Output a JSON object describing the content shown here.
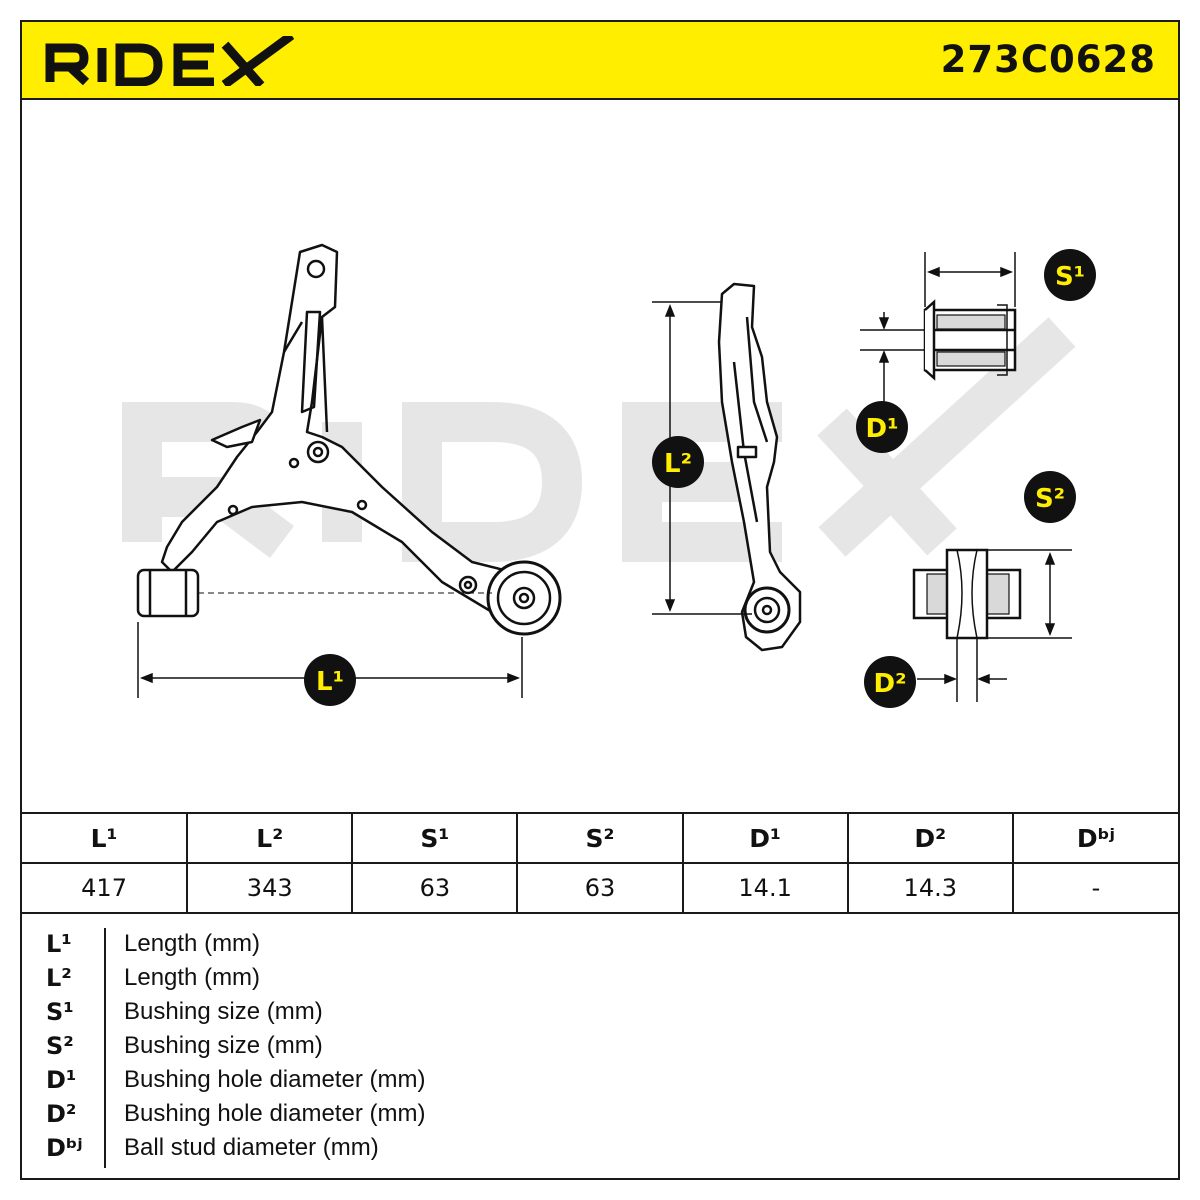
{
  "header": {
    "brand": "RIDEX",
    "part_number": "273C0628",
    "background_color": "#ffee00"
  },
  "drawing": {
    "watermark": "RIDEX",
    "callouts": {
      "l1": "L¹",
      "l2": "L²",
      "s1": "S¹",
      "s2": "S²",
      "d1": "D¹",
      "d2": "D²"
    },
    "callout_bg": "#111111",
    "callout_fg": "#ffee00"
  },
  "specs": {
    "headers": [
      "L¹",
      "L²",
      "S¹",
      "S²",
      "D¹",
      "D²",
      "Dᵇʲ"
    ],
    "values": [
      "417",
      "343",
      "63",
      "63",
      "14.1",
      "14.3",
      "-"
    ]
  },
  "legend": [
    {
      "symbol": "L¹",
      "description": "Length (mm)"
    },
    {
      "symbol": "L²",
      "description": "Length (mm)"
    },
    {
      "symbol": "S¹",
      "description": "Bushing size (mm)"
    },
    {
      "symbol": "S²",
      "description": "Bushing size (mm)"
    },
    {
      "symbol": "D¹",
      "description": "Bushing hole diameter (mm)"
    },
    {
      "symbol": "D²",
      "description": "Bushing hole diameter (mm)"
    },
    {
      "symbol": "Dᵇʲ",
      "description": "Ball stud diameter (mm)"
    }
  ]
}
